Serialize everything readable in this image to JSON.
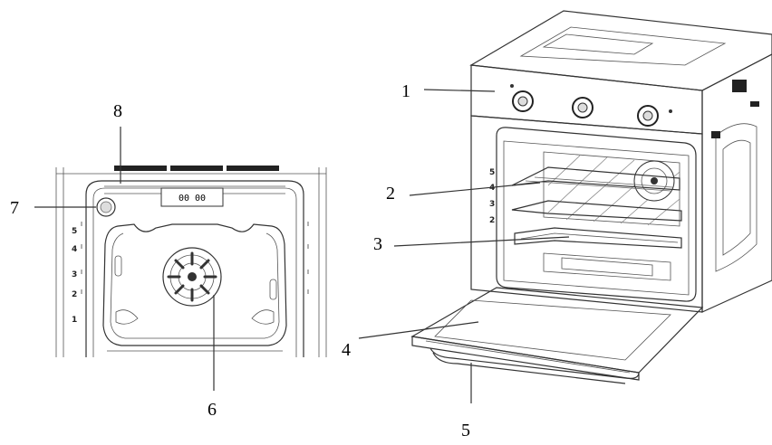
{
  "callouts": {
    "c1": "1",
    "c2": "2",
    "c3": "3",
    "c4": "4",
    "c5": "5",
    "c6": "6",
    "c7": "7",
    "c8": "8"
  },
  "interior_view": {
    "shelf_levels": [
      "5",
      "4",
      "3",
      "2",
      "1"
    ],
    "lamp_display": "00 00"
  },
  "oven_view": {
    "shelf_levels": [
      "5",
      "4",
      "3",
      "2"
    ]
  }
}
